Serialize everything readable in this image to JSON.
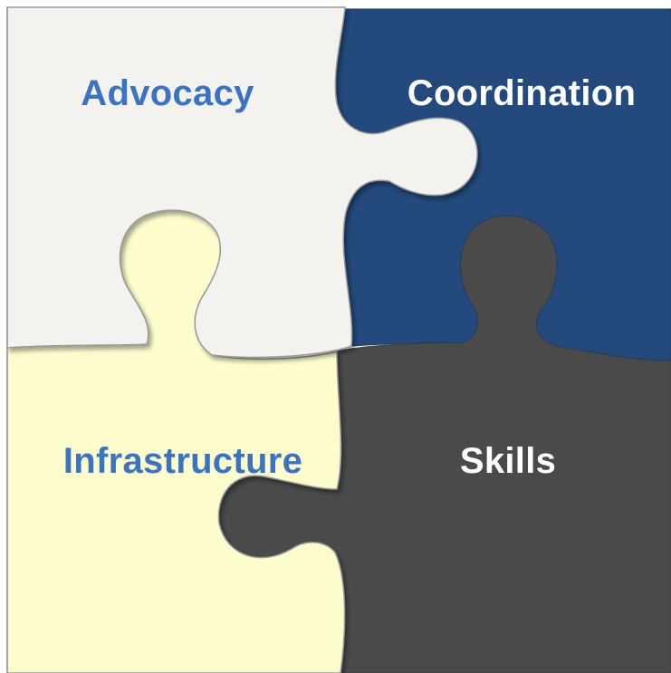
{
  "pieces": {
    "advocacy": {
      "label": "Advocacy",
      "fill": "#F3F2EE",
      "text_color": "#3B73C1"
    },
    "coordination": {
      "label": "Coordination",
      "fill": "#23497D",
      "text_color": "#FFFFFF"
    },
    "infrastructure": {
      "label": "Infrastructure",
      "fill": "#FCFCCD",
      "text_color": "#3B73C1"
    },
    "skills": {
      "label": "Skills",
      "fill": "#4A4A4A",
      "text_color": "#FFFFFF"
    }
  }
}
